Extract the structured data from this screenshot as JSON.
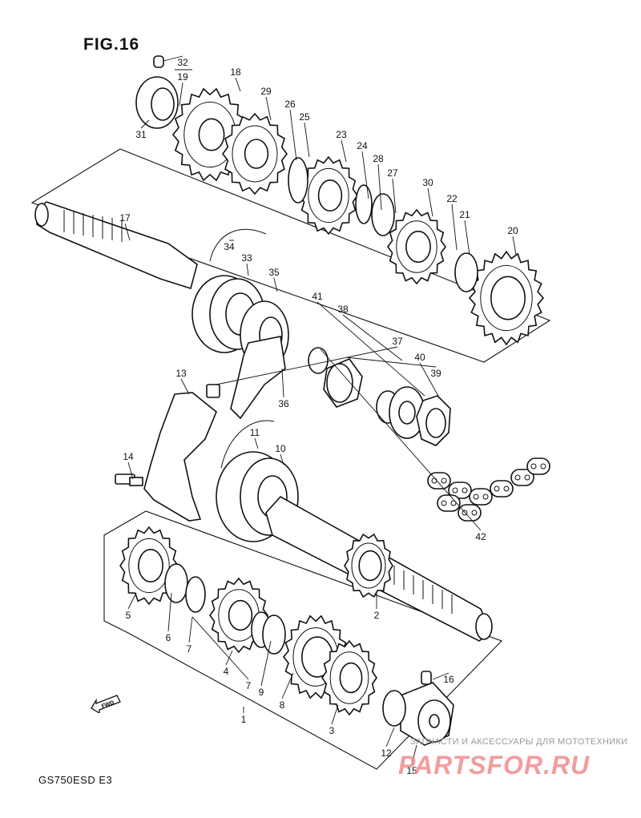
{
  "figure_title": "FIG.16",
  "model_code": "GS750ESD  E3",
  "fwd_label": "FWD",
  "watermark": {
    "caption": "ЗАПЧАСТИ И АКСЕССУАРЫ ДЛЯ МОТОТЕХНИКИ",
    "logo_text": "PARTSFOR.RU"
  },
  "callouts": [
    "1",
    "2",
    "3",
    "4",
    "5",
    "6",
    "7",
    "7",
    "8",
    "9",
    "10",
    "11",
    "12",
    "13",
    "14",
    "15",
    "16",
    "17",
    "18",
    "19",
    "20",
    "21",
    "22",
    "23",
    "24",
    "25",
    "26",
    "27",
    "28",
    "29",
    "30",
    "31",
    "32",
    "33",
    "34",
    "35",
    "36",
    "37",
    "38",
    "39",
    "40",
    "41",
    "42",
    "43"
  ],
  "icons": {
    "gears": "gear-icon",
    "bearings": "bearing-icon",
    "shafts": "shaft-icon",
    "sprocket": "sprocket-icon",
    "chain": "chain-icon"
  }
}
